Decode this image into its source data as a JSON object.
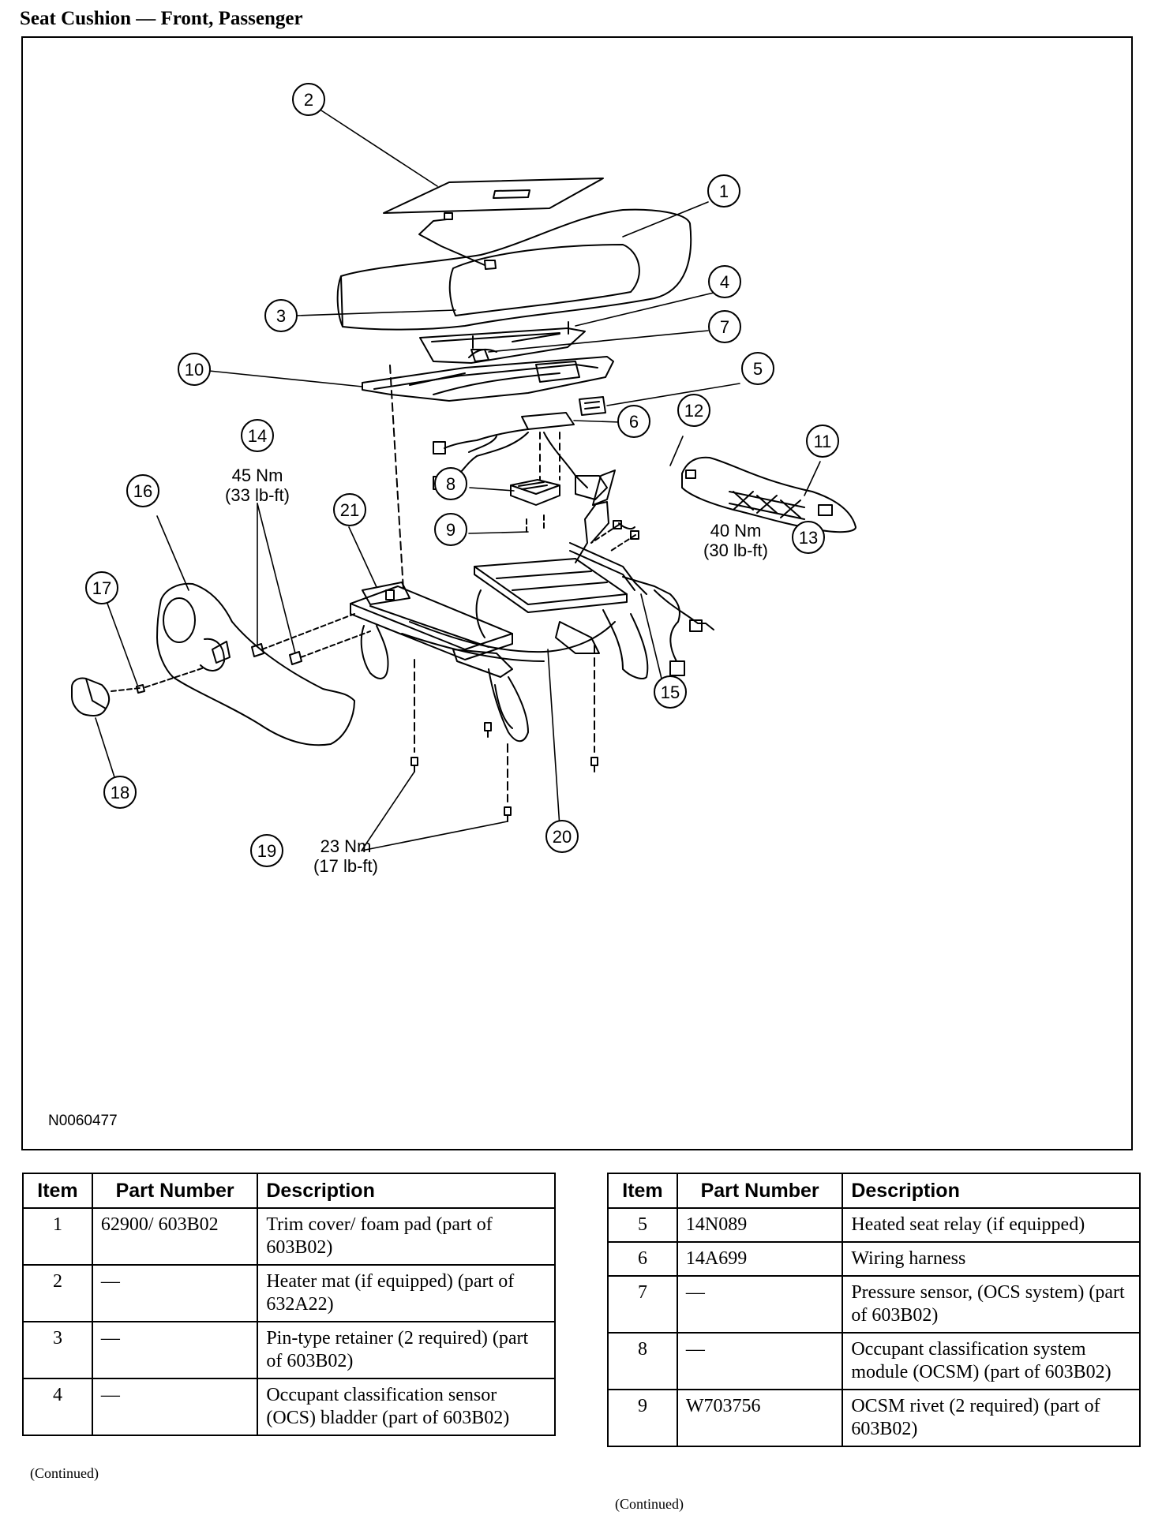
{
  "title": "Seat Cushion — Front, Passenger",
  "figure": {
    "id": "N0060477",
    "callouts": [
      "1",
      "2",
      "3",
      "4",
      "5",
      "6",
      "7",
      "8",
      "9",
      "10",
      "11",
      "12",
      "13",
      "14",
      "15",
      "16",
      "17",
      "18",
      "19",
      "20",
      "21"
    ],
    "torque_specs": [
      {
        "callout": "14",
        "nm": "45 Nm",
        "lbft": "(33 lb-ft)"
      },
      {
        "callout": "13",
        "nm": "40 Nm",
        "lbft": "(30 lb-ft)"
      },
      {
        "callout": "19",
        "nm": "23 Nm",
        "lbft": "(17 lb-ft)"
      }
    ]
  },
  "table_headers": {
    "item": "Item",
    "part_number": "Part Number",
    "description": "Description"
  },
  "table_left": {
    "rows": [
      {
        "item": "1",
        "part_number": "62900/ 603B02",
        "description": "Trim cover/ foam pad (part of 603B02)"
      },
      {
        "item": "2",
        "part_number": "—",
        "description": "Heater mat (if equipped) (part of 632A22)"
      },
      {
        "item": "3",
        "part_number": "—",
        "description": "Pin-type retainer (2 required) (part of 603B02)"
      },
      {
        "item": "4",
        "part_number": "—",
        "description": "Occupant classification sensor (OCS) bladder (part of 603B02)"
      }
    ],
    "continued": "(Continued)"
  },
  "table_right": {
    "rows": [
      {
        "item": "5",
        "part_number": "14N089",
        "description": "Heated seat relay (if equipped)"
      },
      {
        "item": "6",
        "part_number": "14A699",
        "description": "Wiring harness"
      },
      {
        "item": "7",
        "part_number": "—",
        "description": "Pressure sensor, (OCS system) (part of 603B02)"
      },
      {
        "item": "8",
        "part_number": "—",
        "description": "Occupant classification system module (OCSM) (part of 603B02)"
      },
      {
        "item": "9",
        "part_number": "W703756",
        "description": "OCSM rivet (2 required) (part of 603B02)"
      }
    ],
    "continued": "(Continued)"
  }
}
